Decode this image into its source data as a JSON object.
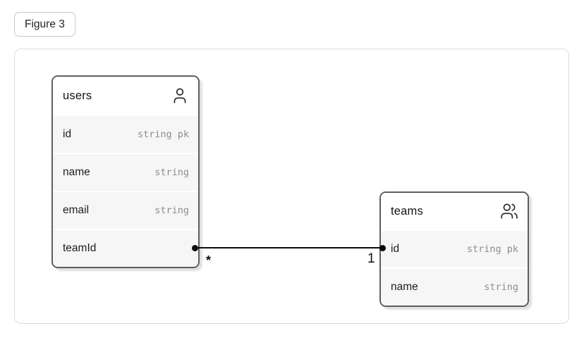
{
  "figure": {
    "label": "Figure 3"
  },
  "colors": {
    "entity_border": "#5e5e62",
    "row_background": "#f6f6f7",
    "type_text": "#8d8d91",
    "panel_border": "#dcdce2",
    "relationship_line": "#0b0b0b"
  },
  "tables": [
    {
      "name": "users",
      "icon": "user-icon",
      "fields": [
        {
          "name": "id",
          "type": "string pk"
        },
        {
          "name": "name",
          "type": "string"
        },
        {
          "name": "email",
          "type": "string"
        },
        {
          "name": "teamId",
          "type": ""
        }
      ]
    },
    {
      "name": "teams",
      "icon": "users-icon",
      "fields": [
        {
          "name": "id",
          "type": "string pk"
        },
        {
          "name": "name",
          "type": "string"
        }
      ]
    }
  ],
  "relationship": {
    "from": "users.teamId",
    "to": "teams.id",
    "from_cardinality": "*",
    "to_cardinality": "1"
  }
}
